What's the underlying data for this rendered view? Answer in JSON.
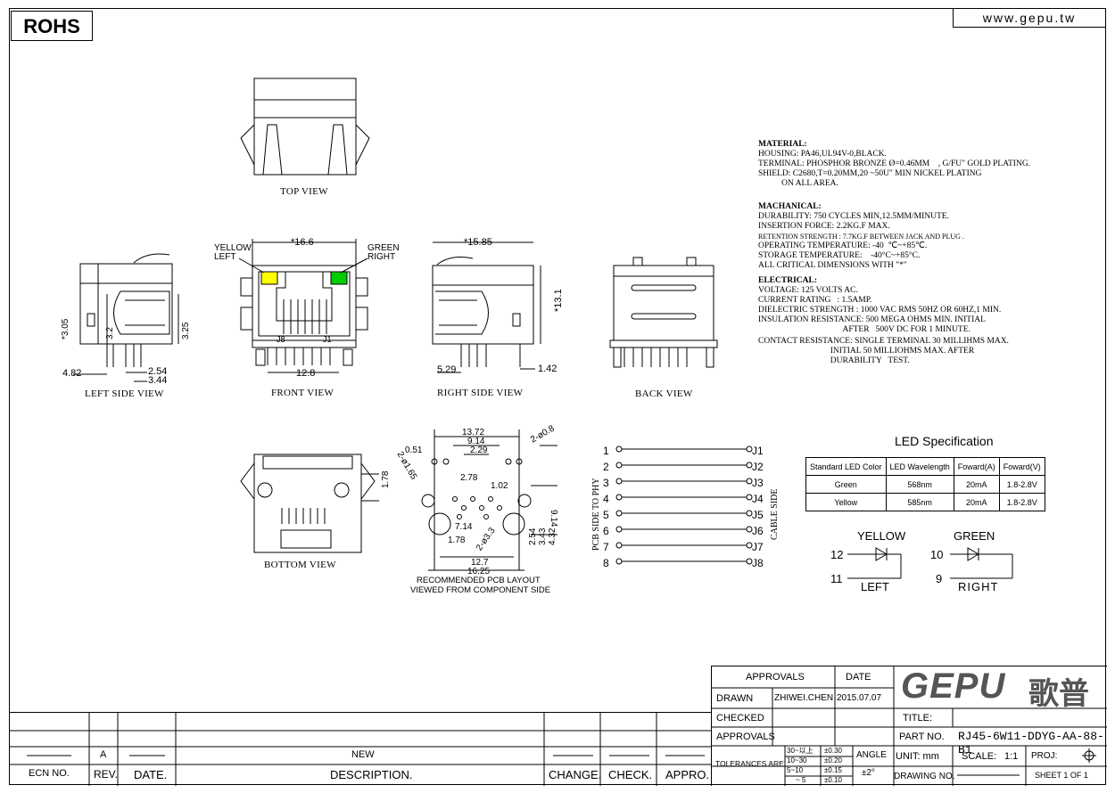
{
  "header": {
    "rohs": "ROHS",
    "website": "www.gepu.tw"
  },
  "views": {
    "top": "TOP VIEW",
    "left_side": "LEFT SIDE VIEW",
    "front": "FRONT VIEW",
    "right_side": "RIGHT SIDE VIEW",
    "back": "BACK VIEW",
    "bottom": "BOTTOM VIEW",
    "pcb_layout_1": "RECOMMENDED PCB LAYOUT",
    "pcb_layout_2": "VIEWED FROM COMPONENT SIDE"
  },
  "dims": {
    "front_width": "16.6",
    "front_pitch": "12.8",
    "left_a": "3.05",
    "left_b": "3.2",
    "left_c": "3.25",
    "left_d": "4.82",
    "left_e": "2.54",
    "left_f": "3.44",
    "right_width": "15.85",
    "right_height": "13.1",
    "right_a": "5.29",
    "right_b": "1.42",
    "bottom_h": "1.78",
    "pcb_a": "13.72",
    "pcb_b": "9.14",
    "pcb_c": "2.29",
    "pcb_d": "0.51",
    "pcb_e": "2-ø0.8",
    "pcb_f": "2-ø1.65",
    "pcb_g": "2.78",
    "pcb_h": "1.02",
    "pcb_i": "7.14",
    "pcb_j": "1.78",
    "pcb_k": "2-ø3.3",
    "pcb_l": "12.7",
    "pcb_m": "16.25",
    "pcb_n": "2.54",
    "pcb_o": "3.43",
    "pcb_p": "4.32",
    "pcb_q": "9.14"
  },
  "front_labels": {
    "yellow": "YELLOW",
    "left": "LEFT",
    "green": "GREEN",
    "right": "RIGHT",
    "j8": "J8",
    "j1": "J1"
  },
  "spec": {
    "material_title": "MATERIAL:",
    "material": [
      "HOUSING: PA46,UL94V-0,BLACK.",
      "TERMINAL: PHOSPHOR BRONZE Ø=0.46MM    , G/FU\" GOLD PLATING.",
      "SHIELD: C2680,T=0.20MM,20 ~50U\" MIN NICKEL PLATING",
      "           ON ALL AREA."
    ],
    "mech_title": "MACHANICAL:",
    "mech": [
      "DURABILITY: 750 CYCLES MIN,12.5MM/MINUTE.",
      "INSERTION FORCE: 2.2KG.F MAX.",
      "RETENTION STRENGTH : 7.7KG.F BETWEEN JACK AND PLUG .",
      "OPERATING TEMPERATURE: -40  ℃~+85℃.",
      "STORAGE TEMPERATURE:    -40°C~+85°C.",
      "ALL CRITICAL DIMENSIONS WITH \"*\""
    ],
    "elec_title": "ELECTRICAL:",
    "elec": [
      "VOLTAGE: 125 VOLTS AC.",
      "CURRENT RATING   : 1.5AMP.",
      "DIELECTRIC STRENGTH : 1000 VAC RMS 50HZ OR 60HZ,1 MIN.",
      "INSULATION RESISTANCE: 500 MEGA OHMS MIN. INITIAL",
      "                                        AFTER   500V DC FOR 1 MINUTE.",
      "CONTACT RESISTANCE: SINGLE TERMINAL 30 MILLIHMS MAX.",
      "                                  INITIAL 50 MILLIOHMS MAX. AFTER",
      "                                  DURABILITY   TEST."
    ]
  },
  "schematic": {
    "left_pins": [
      "1",
      "2",
      "3",
      "4",
      "5",
      "6",
      "7",
      "8"
    ],
    "right_pins": [
      "J1",
      "J2",
      "J3",
      "J4",
      "J5",
      "J6",
      "J7",
      "J8"
    ],
    "left_label": "PCB SIDE TO PHY",
    "right_label": "CABLE SIDE"
  },
  "led_spec": {
    "title": "LED Specification",
    "headers": [
      "Standard LED Color",
      "LED Wavelength",
      "Foward(A)",
      "Foward(V)"
    ],
    "rows": [
      [
        "Green",
        "568nm",
        "20mA",
        "1.8-2.8V"
      ],
      [
        "Yellow",
        "585nm",
        "20mA",
        "1.8-2.8V"
      ]
    ]
  },
  "leds": {
    "yellow": {
      "name": "YELLOW",
      "pin_a": "12",
      "pin_b": "11",
      "side": "LEFT"
    },
    "green": {
      "name": "GREEN",
      "pin_a": "10",
      "pin_b": "9",
      "side": "RIGHT"
    }
  },
  "colors": {
    "yellow_led": "#ffff00",
    "green_led": "#00cc00"
  },
  "title_block": {
    "approvals": "APPROVALS",
    "date": "DATE",
    "drawn": "DRAWN",
    "drawn_by": "ZHIWEI.CHEN",
    "drawn_date": "2015.07.07",
    "checked": "CHECKED",
    "approvals2": "APPROVALS",
    "logo": "GEPU",
    "logo_cn": "歌普",
    "title": "TITLE:",
    "part_no": "PART NO.",
    "part_value": "RJ45-6W11-DDYG-AA-88-B1",
    "tolerances": "TOLERANCES ARE",
    "tol_rows": [
      [
        "30~以上",
        "±0.30"
      ],
      [
        "10~30",
        "±0.20"
      ],
      [
        "5~10",
        "±0.15"
      ],
      [
        "~ 5",
        "±0.10"
      ]
    ],
    "angle": "ANGLE",
    "angle_val": "±2°",
    "unit": "UNIT:  mm",
    "scale": "SCALE:",
    "scale_val": "1:1",
    "proj": "PROJ:",
    "drawing_no": "DRAWING NO.",
    "sheet": "SHEET   1  OF  1"
  },
  "revision": {
    "row_rev": "A",
    "row_desc": "NEW",
    "headers": [
      "ECN  NO.",
      "REV.",
      "DATE.",
      "DESCRIPTION.",
      "CHANGE.",
      "CHECK.",
      "APPRO."
    ]
  }
}
